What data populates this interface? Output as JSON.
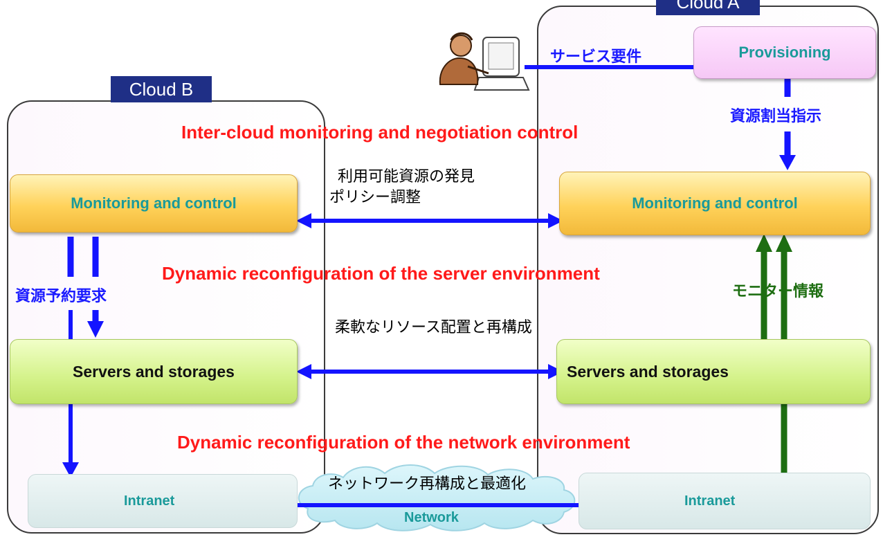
{
  "clouds": {
    "a": {
      "tab": "Cloud A"
    },
    "b": {
      "tab": "Cloud B"
    }
  },
  "boxes": {
    "provisioning": "Provisioning",
    "monitoring_b": "Monitoring and control",
    "monitoring_a": "Monitoring and control",
    "servers_b": "Servers and storages",
    "servers_a": "Servers and storages",
    "intranet_b": "Intranet",
    "intranet_a": "Intranet",
    "network": "Network"
  },
  "headings": {
    "intercloud": "Inter-cloud monitoring and negotiation control",
    "server_env": "Dynamic reconfiguration of the server environment",
    "network_env": "Dynamic reconfiguration of the network environment"
  },
  "labels": {
    "service_req": "サービス要件",
    "resource_assign": "資源割当指示",
    "resource_reserve": "資源予約要求",
    "monitor_info": "モニター情報",
    "discover_line1": "利用可能資源の発見",
    "discover_line2": "ポリシー調整",
    "flexible_resource": "柔軟なリソース配置と再構成",
    "network_reconfig": "ネットワーク再構成と最適化"
  },
  "colors": {
    "blue_arrow": "#1414ff",
    "green_arrow": "#1e6e12",
    "heading_red": "#ff1a1a",
    "tab_navy": "#1f2f86"
  },
  "icons": [
    "user-at-computer-icon"
  ]
}
